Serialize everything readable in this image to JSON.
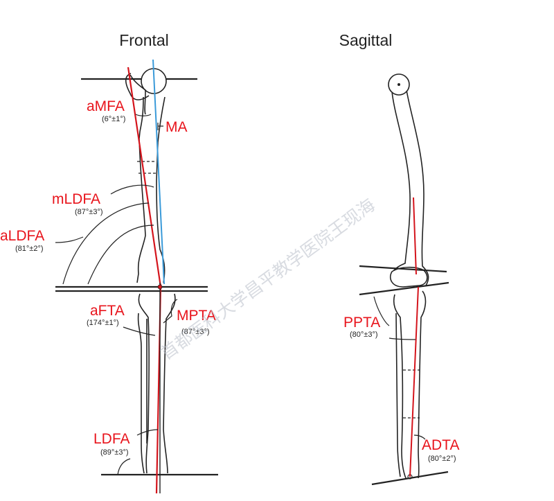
{
  "titles": {
    "frontal": "Frontal",
    "sagittal": "Sagittal"
  },
  "labels": {
    "amfa": {
      "name": "aMFA",
      "value": "(6°±1°)"
    },
    "ma": {
      "name": "MA"
    },
    "mldfa": {
      "name": "mLDFA",
      "value": "(87°±3°)"
    },
    "aldfa": {
      "name": "aLDFA",
      "value": "(81°±2°)"
    },
    "afta": {
      "name": "aFTA",
      "value": "(174°±1°)"
    },
    "mpta": {
      "name": "MPTA",
      "value": "(87°±3°)"
    },
    "ldfa": {
      "name": "LDFA",
      "value": "(89°±3°)"
    },
    "ppta": {
      "name": "PPTA",
      "value": "(80°±3°)"
    },
    "adta": {
      "name": "ADTA",
      "value": "(80°±2°)"
    }
  },
  "watermark": "首都医科大学昌平教学医院王现海",
  "colors": {
    "label_red": "#e8141c",
    "axis_red": "#d4141c",
    "mechanical_axis_blue": "#3a9ad9",
    "outline": "#222222",
    "watermark": "#b9bfc9"
  }
}
